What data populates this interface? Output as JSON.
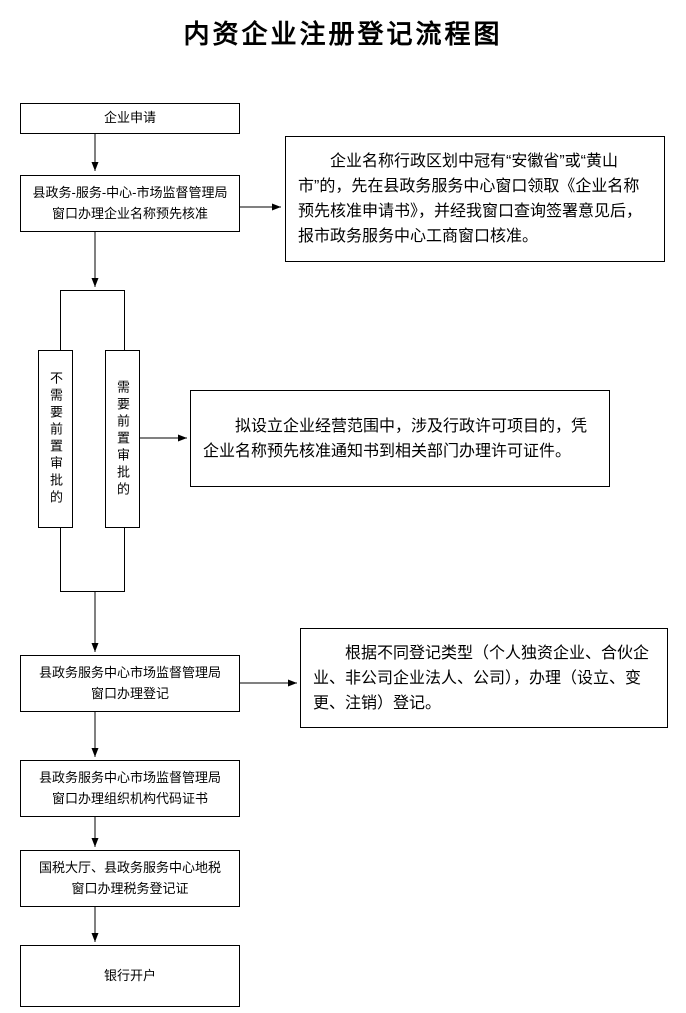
{
  "page": {
    "title": "内资企业注册登记流程图"
  },
  "nodes": {
    "apply": "企业申请",
    "pre_approval_line1": "县政务-服务-中心-市场监督管理局",
    "pre_approval_line2": "窗口办理企业名称预先核准",
    "no_prior_approval": "不需要前置审批的",
    "prior_approval": "需要前置审批的",
    "register_line1": "县政务服务中心市场监督管理局",
    "register_line2": "窗口办理登记",
    "org_code_line1": "县政务服务中心市场监督管理局",
    "org_code_line2": "窗口办理组织机构代码证书",
    "tax_line1": "国税大厅、县政务服务中心地税",
    "tax_line2": "窗口办理税务登记证",
    "bank": "银行开户"
  },
  "notes": {
    "name_note": "企业名称行政区划中冠有“安徽省”或“黄山市”的，先在县政务服务中心窗口领取《企业名称预先核准申请书》，并经我窗口查询签署意见后，报市政务服务中心工商窗口核准。",
    "license_note": "拟设立企业经营范围中，涉及行政许可项目的，凭企业名称预先核准通知书到相关部门办理许可证件。",
    "register_note": "根据不同登记类型（个人独资企业、合伙企业、非公司企业法人、公司），办理（设立、变更、注销）登记。"
  },
  "colors": {
    "line": "#000000",
    "background": "#ffffff",
    "text": "#000000"
  }
}
